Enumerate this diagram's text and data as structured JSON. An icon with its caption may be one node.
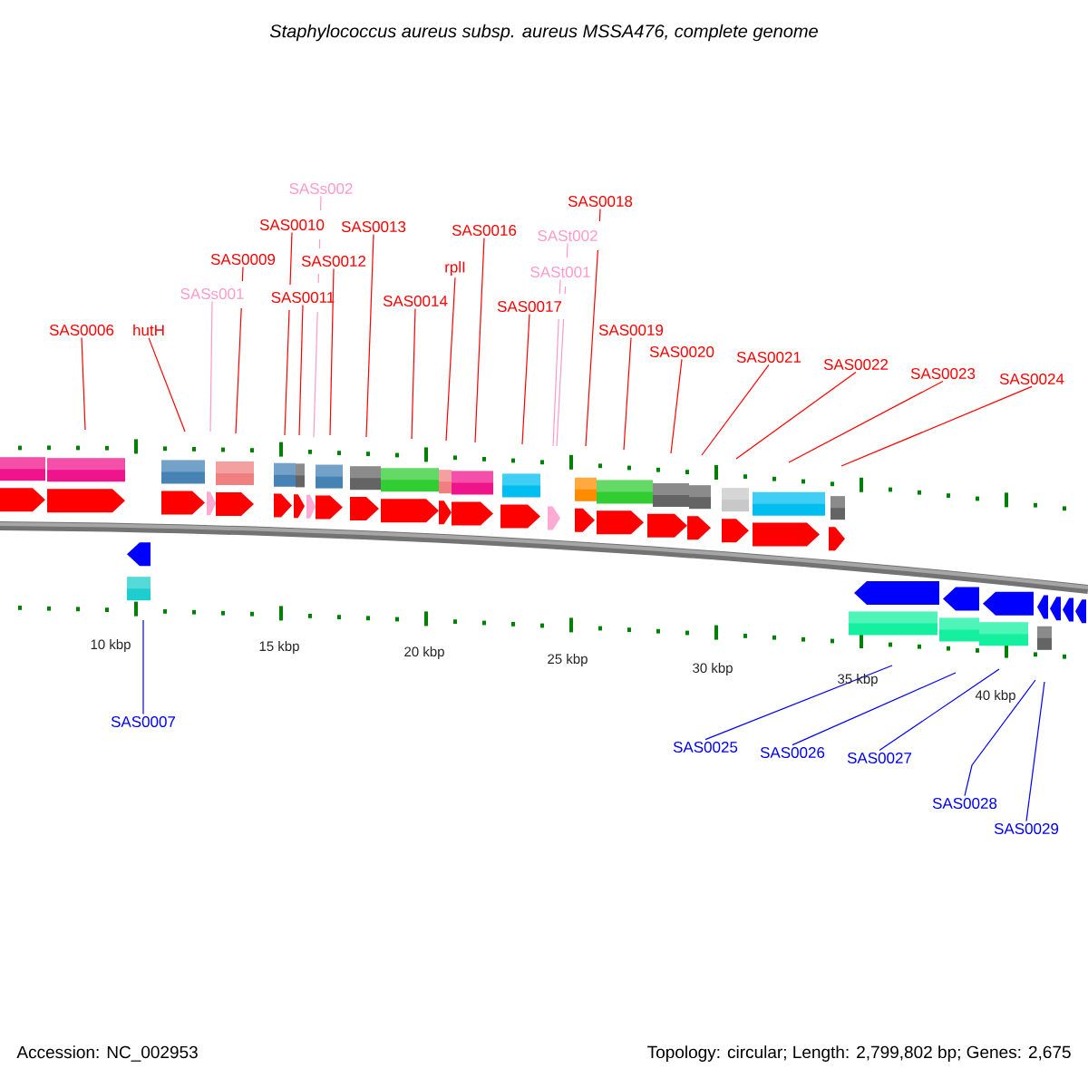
{
  "diagram": {
    "title": "Staphylococcus aureus subsp. aureus MSSA476, complete genome",
    "nodes": [
      {
        "text": [
          "SAS0006"
        ]
      },
      {
        "text": [
          "hutH"
        ]
      },
      {
        "text": [
          "SASs001"
        ]
      },
      {
        "text": [
          "SAS0009"
        ]
      },
      {
        "text": [
          "SAS0010"
        ]
      },
      {
        "text": [
          "SASs002"
        ]
      },
      {
        "text": [
          "SAS0011"
        ]
      },
      {
        "text": [
          "SAS0012"
        ]
      },
      {
        "text": [
          "SAS0013"
        ]
      },
      {
        "text": [
          "SAS0014"
        ]
      },
      {
        "text": [
          "rplI"
        ]
      },
      {
        "text": [
          "SAS0016"
        ]
      },
      {
        "text": [
          "SAS0017"
        ]
      },
      {
        "text": [
          "SASt002"
        ]
      },
      {
        "text": [
          "SASt001"
        ]
      },
      {
        "text": [
          "SAS0018"
        ]
      },
      {
        "text": [
          "SAS0019"
        ]
      },
      {
        "text": [
          "SAS0020"
        ]
      },
      {
        "text": [
          "SAS0021"
        ]
      },
      {
        "text": [
          "SAS0022"
        ]
      },
      {
        "text": [
          "SAS0023"
        ]
      },
      {
        "text": [
          "SAS0024"
        ]
      },
      {
        "text": [
          "SAS0007"
        ]
      },
      {
        "text": [
          "SAS0025"
        ]
      },
      {
        "text": [
          "SAS0026"
        ]
      },
      {
        "text": [
          "SAS0027"
        ]
      },
      {
        "text": [
          "SAS0028"
        ]
      },
      {
        "text": [
          "SAS0029"
        ]
      }
    ],
    "edges": [
      {
        "from": 0,
        "to": null,
        "arrow": "none"
      },
      {
        "from": 1,
        "to": null,
        "arrow": "none"
      },
      {
        "from": 2,
        "to": null,
        "arrow": "none",
        "color": "#ff99cc"
      },
      {
        "from": 3,
        "to": null,
        "arrow": "none"
      },
      {
        "from": 4,
        "to": null,
        "arrow": "none"
      },
      {
        "from": 5,
        "to": null,
        "arrow": "none",
        "color": "#ff99cc"
      },
      {
        "from": 6,
        "to": null,
        "arrow": "none"
      },
      {
        "from": 7,
        "to": null,
        "arrow": "none"
      },
      {
        "from": 8,
        "to": null,
        "arrow": "none"
      },
      {
        "from": 9,
        "to": null,
        "arrow": "none"
      },
      {
        "from": 10,
        "to": null,
        "arrow": "none"
      },
      {
        "from": 11,
        "to": null,
        "arrow": "none"
      },
      {
        "from": 12,
        "to": null,
        "arrow": "none"
      },
      {
        "from": 13,
        "to": null,
        "arrow": "none",
        "color": "#ff99cc"
      },
      {
        "from": 14,
        "to": null,
        "arrow": "none",
        "color": "#ff99cc"
      },
      {
        "from": 15,
        "to": null,
        "arrow": "none"
      },
      {
        "from": 16,
        "to": null,
        "arrow": "none"
      },
      {
        "from": 17,
        "to": null,
        "arrow": "none"
      },
      {
        "from": 18,
        "to": null,
        "arrow": "none"
      },
      {
        "from": 19,
        "to": null,
        "arrow": "none"
      },
      {
        "from": 20,
        "to": null,
        "arrow": "none"
      },
      {
        "from": 21,
        "to": null,
        "arrow": "none"
      },
      {
        "from": 22,
        "to": null,
        "arrow": "none",
        "color": "#0000ff"
      },
      {
        "from": 23,
        "to": null,
        "arrow": "none",
        "color": "#0000ff"
      },
      {
        "from": 24,
        "to": null,
        "arrow": "none",
        "color": "#0000ff"
      },
      {
        "from": 25,
        "to": null,
        "arrow": "none",
        "color": "#0000ff"
      },
      {
        "from": 26,
        "to": null,
        "arrow": "none",
        "color": "#0000ff"
      },
      {
        "from": 27,
        "to": null,
        "arrow": "none",
        "color": "#0000ff"
      }
    ],
    "labels": [
      "10 kbp",
      "15 kbp",
      "20 kbp",
      "25 kbp",
      "30 kbp",
      "35 kbp",
      "40 kbp",
      "Accession: NC_002953",
      "Topology: circular; Length: 2,799,802 bp; Genes: 2,675"
    ]
  }
}
